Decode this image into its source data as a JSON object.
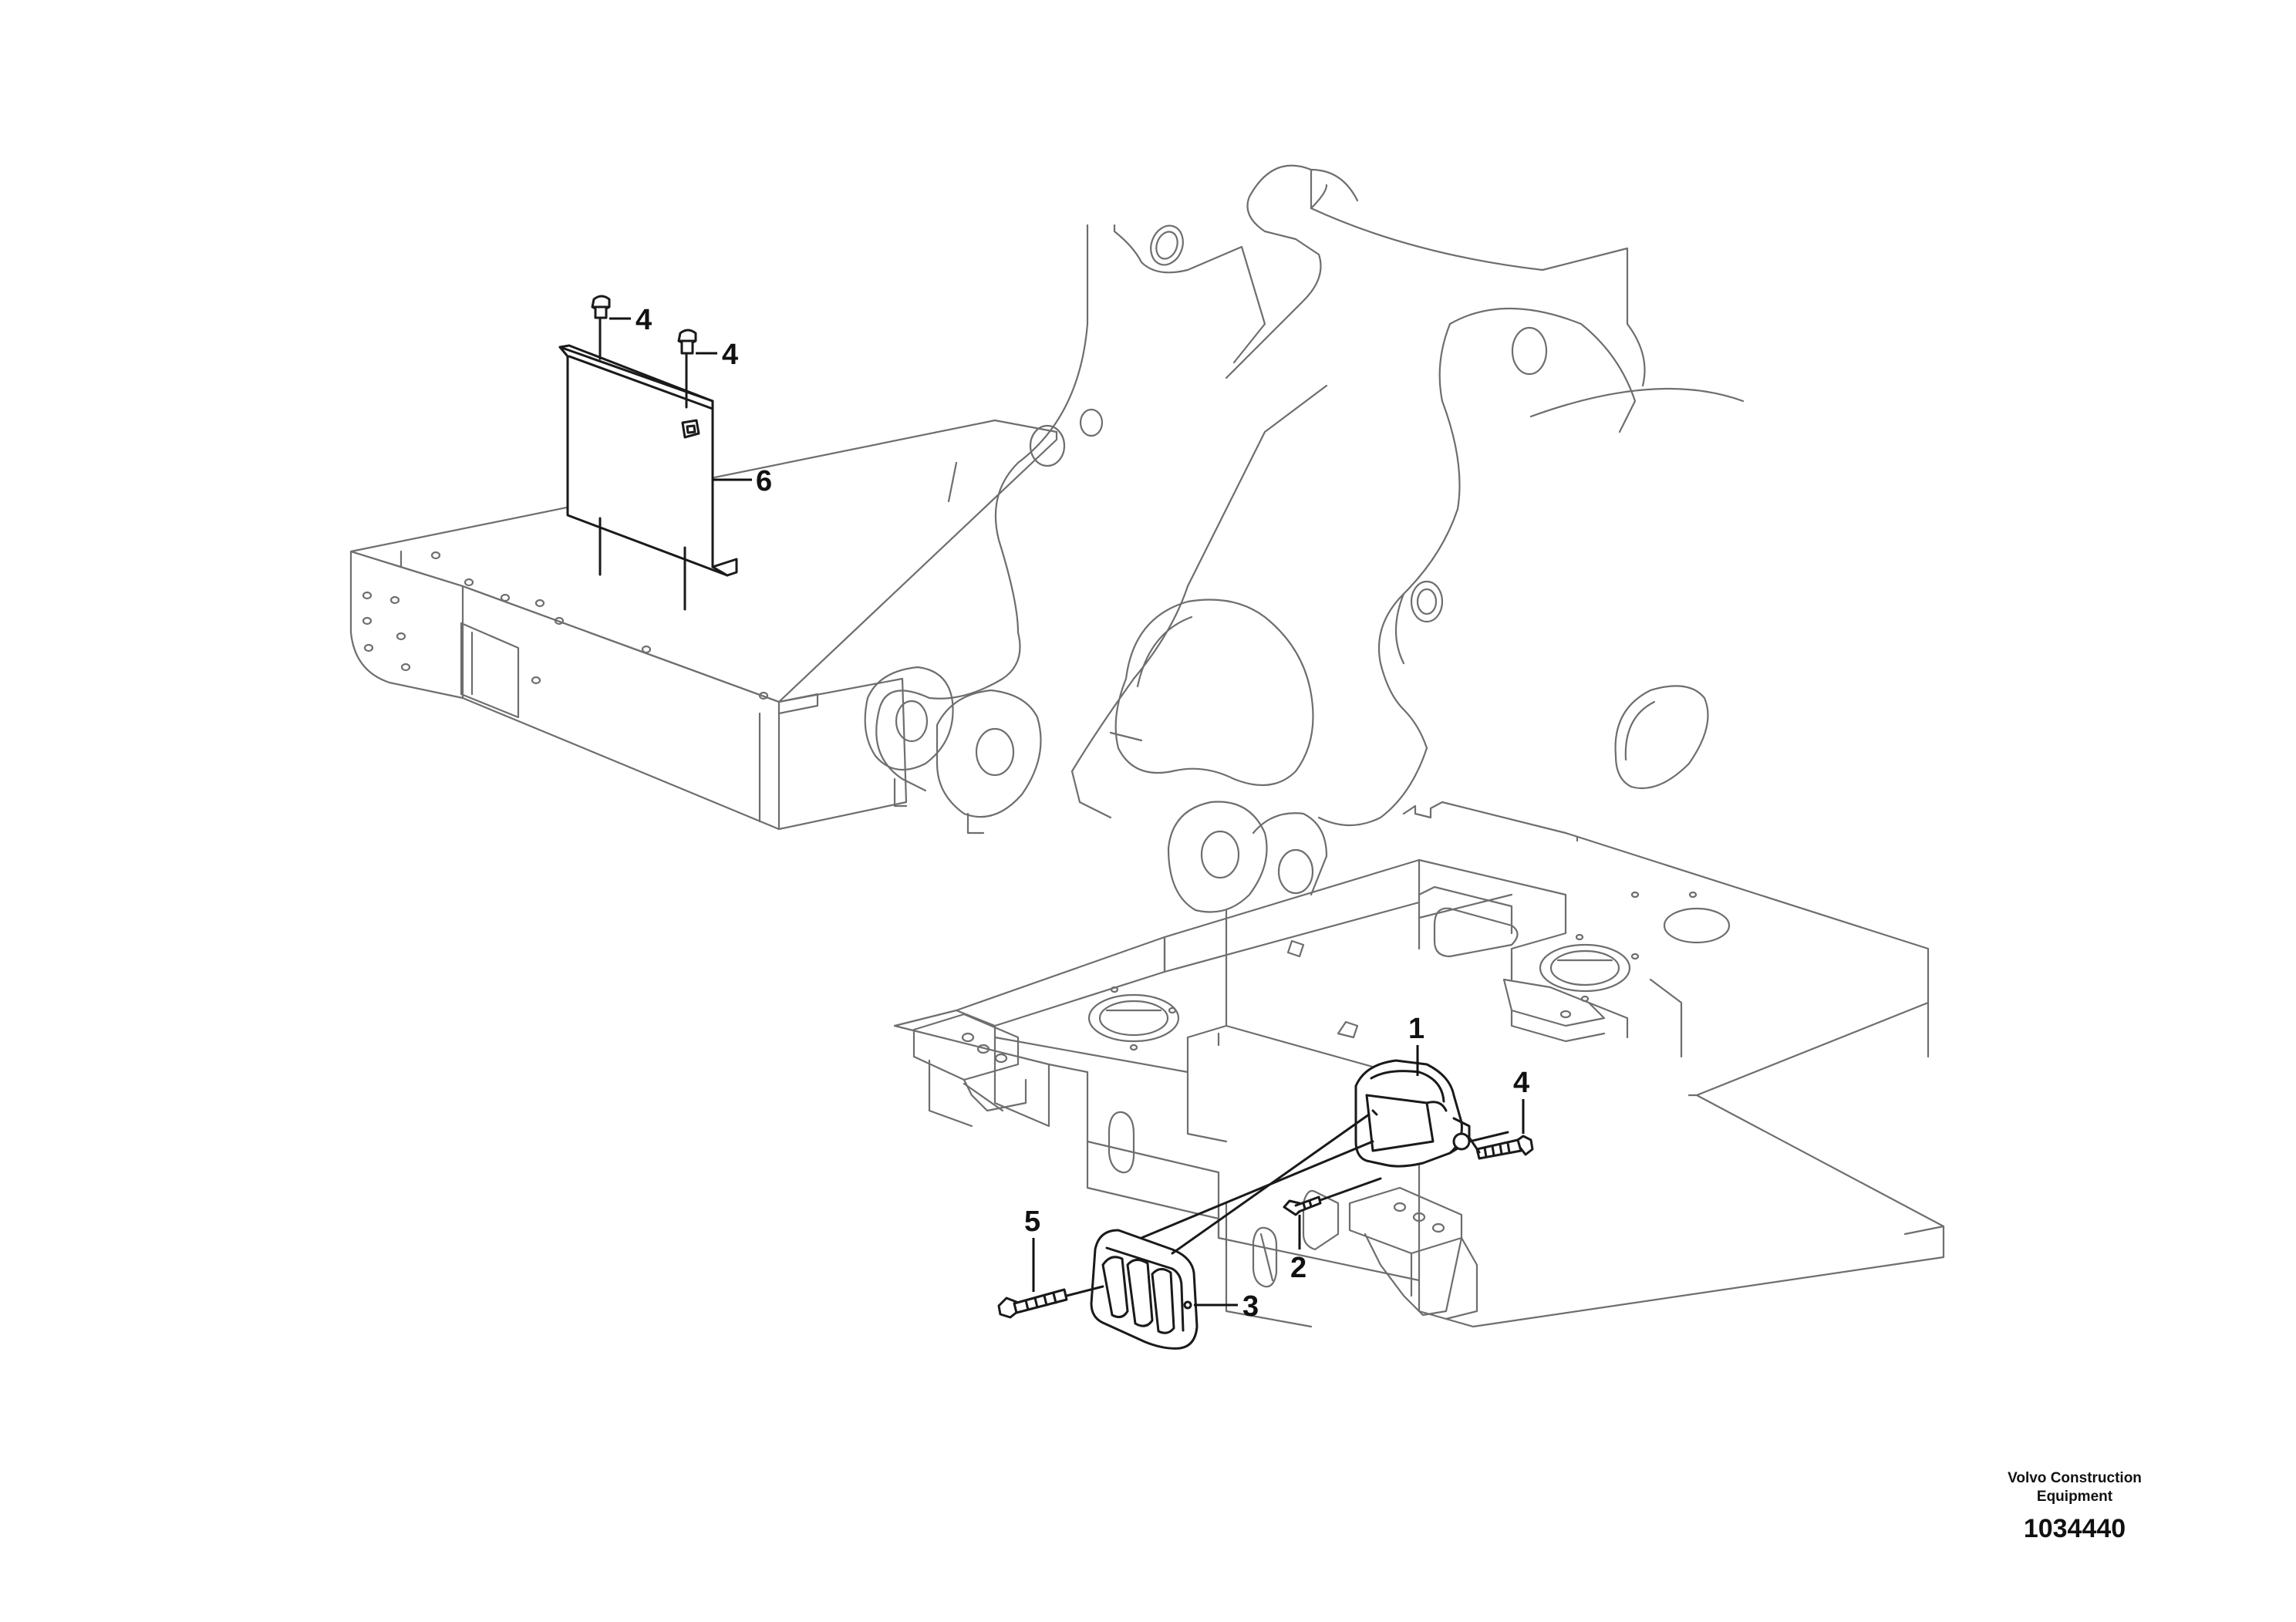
{
  "callouts": {
    "c1": "1",
    "c2": "2",
    "c3": "3",
    "c4a": "4",
    "c4b": "4",
    "c4c": "4",
    "c5": "5",
    "c6": "6"
  },
  "footer": {
    "company_line1": "Volvo Construction",
    "company_line2": "Equipment",
    "drawing_number": "1034440"
  }
}
